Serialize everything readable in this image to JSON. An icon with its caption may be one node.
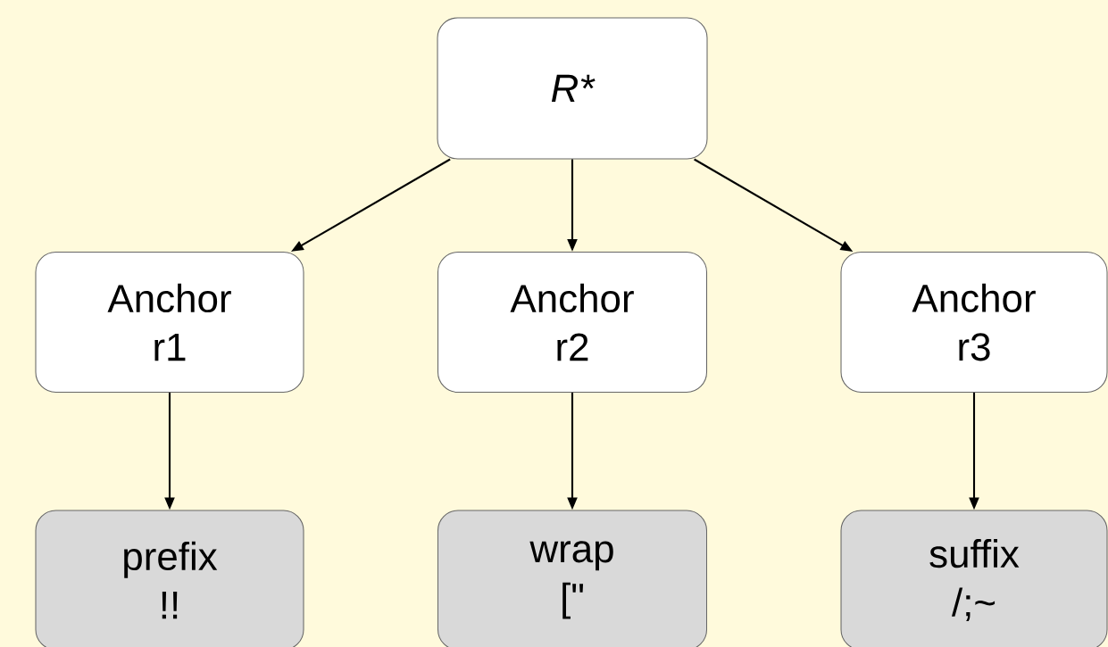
{
  "diagram": {
    "nodes": [
      {
        "text": [
          "R*"
        ]
      },
      {
        "text": [
          "Anchor",
          "r1"
        ]
      },
      {
        "text": [
          "Anchor",
          "r2"
        ]
      },
      {
        "text": [
          "Anchor",
          "r3"
        ]
      },
      {
        "text": [
          "prefix",
          "!!"
        ]
      },
      {
        "text": [
          "wrap",
          "[\""
        ]
      },
      {
        "text": [
          "suffix",
          "/;~"
        ]
      }
    ],
    "edges": [
      {
        "from": 0,
        "to": 1,
        "arrow": "to"
      },
      {
        "from": 0,
        "to": 2,
        "arrow": "to"
      },
      {
        "from": 0,
        "to": 3,
        "arrow": "to"
      },
      {
        "from": 1,
        "to": 4,
        "arrow": "to"
      },
      {
        "from": 2,
        "to": 5,
        "arrow": "to"
      },
      {
        "from": 3,
        "to": 6,
        "arrow": "to"
      }
    ]
  }
}
